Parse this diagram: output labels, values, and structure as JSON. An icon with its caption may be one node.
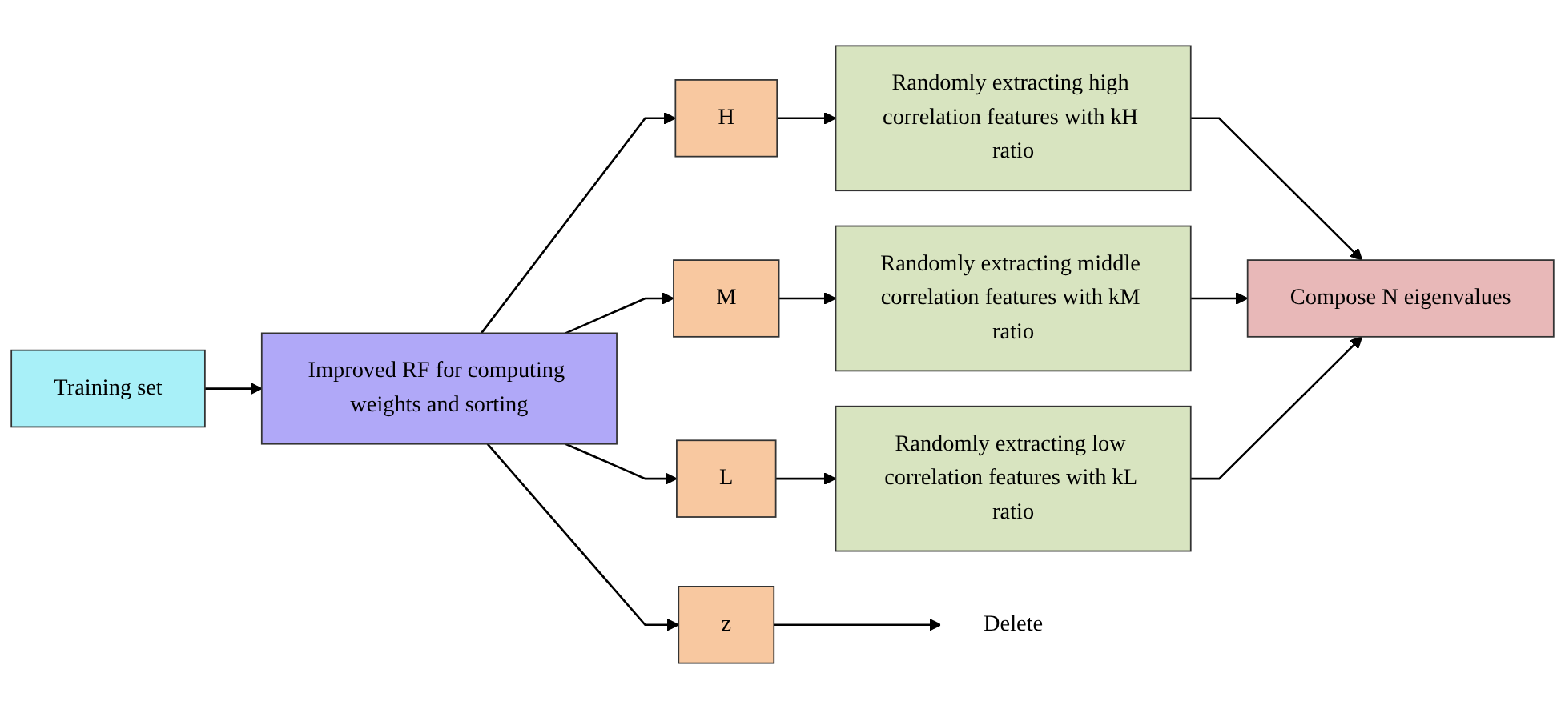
{
  "diagram": {
    "nodes": [
      {
        "text": [
          "Training set"
        ]
      },
      {
        "text": [
          "Improved RF for computing weights and sorting"
        ]
      },
      {
        "text": [
          "H"
        ]
      },
      {
        "text": [
          "M"
        ]
      },
      {
        "text": [
          "L"
        ]
      },
      {
        "text": [
          "z"
        ]
      },
      {
        "text": [
          "Randomly extracting high correlation features with kH ratio"
        ]
      },
      {
        "text": [
          "Randomly extracting middle correlation features with kM ratio"
        ]
      },
      {
        "text": [
          "Randomly extracting low correlation features with kL ratio"
        ]
      },
      {
        "text": [
          "Compose N eigenvalues"
        ]
      },
      {
        "text": [
          "Delete"
        ]
      }
    ],
    "edges": [
      {
        "from": 0,
        "to": 1,
        "arrow": "to"
      },
      {
        "from": 1,
        "to": 2,
        "arrow": "to"
      },
      {
        "from": 1,
        "to": 3,
        "arrow": "to"
      },
      {
        "from": 1,
        "to": 4,
        "arrow": "to"
      },
      {
        "from": 1,
        "to": 5,
        "arrow": "to"
      },
      {
        "from": 2,
        "to": 6,
        "arrow": "to"
      },
      {
        "from": 3,
        "to": 7,
        "arrow": "to"
      },
      {
        "from": 4,
        "to": 8,
        "arrow": "to"
      },
      {
        "from": 5,
        "to": 10,
        "arrow": "to"
      },
      {
        "from": 6,
        "to": 9,
        "arrow": "to"
      },
      {
        "from": 7,
        "to": 9,
        "arrow": "to"
      },
      {
        "from": 8,
        "to": 9,
        "arrow": "to"
      }
    ]
  }
}
